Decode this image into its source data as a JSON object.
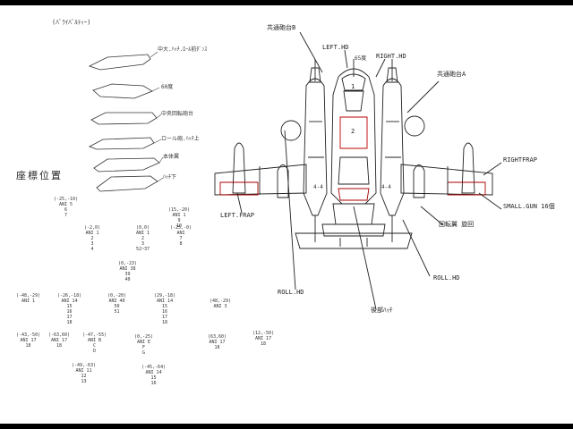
{
  "title": "(ﾊﾞﾗｲﾊﾞﾙﾃｨｰ)",
  "section_title": "座標位置",
  "shape_labels": [
    "中大.ﾊｯﾁ.ﾛｰﾙ前ﾀﾞﾝｽ",
    "60度",
    "中央回転砲台",
    "ロール砲.ﾊｯﾁ上",
    "本体翼",
    "ﾊｯﾁ下"
  ],
  "coords": [
    {
      "pos": "(-25,-10)",
      "lines": [
        "ANI 5",
        "6",
        "7"
      ]
    },
    {
      "pos": "(15,-20)",
      "lines": [
        "ANI 1",
        "9",
        "10"
      ]
    },
    {
      "pos": "(-2,0)",
      "lines": [
        "ANI 1",
        "2",
        "3",
        "4"
      ]
    },
    {
      "pos": "(0,0)",
      "lines": [
        "ANI 1",
        "2",
        "3",
        "52~37"
      ]
    },
    {
      "pos": "(-25,-0)",
      "lines": [
        "ANI",
        "7",
        "8"
      ]
    },
    {
      "pos": "(0,-23)",
      "lines": [
        "ANI 38",
        "39",
        "40"
      ]
    },
    {
      "pos": "(-48,-29)",
      "lines": [
        "ANI 1"
      ]
    },
    {
      "pos": "(-26,-18)",
      "lines": [
        "ANI 14",
        "15",
        "16",
        "17",
        "18"
      ]
    },
    {
      "pos": "(0,-20)",
      "lines": [
        "ANI 40",
        "50",
        "51"
      ]
    },
    {
      "pos": "(29,-18)",
      "lines": [
        "ANI 14",
        "15",
        "16",
        "17",
        "18"
      ]
    },
    {
      "pos": "(48,-29)",
      "lines": [
        "ANI 3"
      ]
    },
    {
      "pos": "(-43,-50)",
      "lines": [
        "ANI 17",
        "18"
      ]
    },
    {
      "pos": "(-63,60)",
      "lines": [
        "ANI 17",
        "18"
      ]
    },
    {
      "pos": "(-47,-55)",
      "lines": [
        "ANI B",
        "C",
        "D"
      ]
    },
    {
      "pos": "(0,-25)",
      "lines": [
        "ANI E",
        "F",
        "G"
      ]
    },
    {
      "pos": "(63,60)",
      "lines": [
        "ANI 17",
        "18"
      ]
    },
    {
      "pos": "(12,-50)",
      "lines": [
        "ANI 17",
        "18"
      ]
    },
    {
      "pos": "(-49,-63)",
      "lines": [
        "ANI 11",
        "12",
        "13"
      ]
    },
    {
      "pos": "(-45,-64)",
      "lines": [
        "ANI 14",
        "15",
        "16"
      ]
    }
  ],
  "part_labels": {
    "shared_turret_left": "共通砲台B",
    "left_hd": "LEFT.HD",
    "left_hd_num": "65度",
    "right_hd": "RIGHT.HD",
    "shared_turret_right": "共通砲台A",
    "right_frap": "RIGHTFRAP",
    "left_frap": "LEFT.FRAP",
    "small_gun": "SMALL.GUN 16個",
    "rotary_engine": "回転翼 旋回",
    "roll_hd_left": "ROLL.HD",
    "roll_hd_right": "ROLL.HD",
    "rear_part": "後部ﾊｯﾁ",
    "cockpit_1": "1",
    "cockpit_2": "2",
    "engine_label_l": "4-4",
    "engine_label_r": "4-4"
  }
}
